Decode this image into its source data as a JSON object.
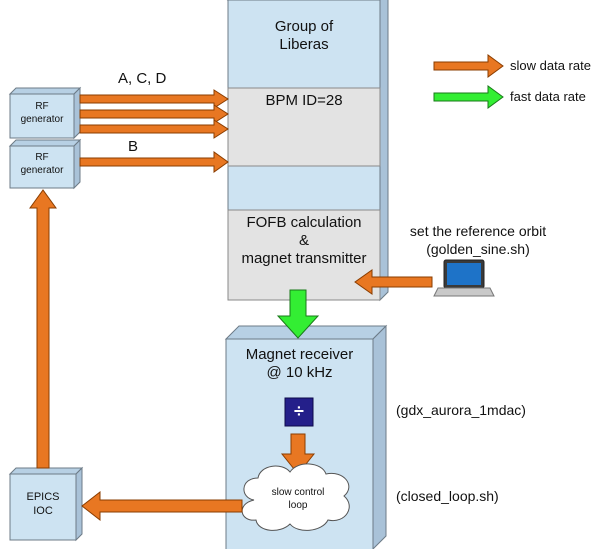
{
  "liberas": {
    "title_line1": "Group of",
    "title_line2": "Liberas"
  },
  "bpm": {
    "label": "BPM ID=28"
  },
  "fofb": {
    "line1": "FOFB calculation",
    "line2": "&",
    "line3": "magnet transmitter"
  },
  "magnet_receiver": {
    "line1": "Magnet receiver",
    "line2": "@ 10 kHz"
  },
  "divider_symbol": "÷",
  "cloud": {
    "line1": "slow control",
    "line2": "loop"
  },
  "rf_generators": [
    {
      "line1": "RF",
      "line2": "generator"
    },
    {
      "line1": "RF",
      "line2": "generator"
    }
  ],
  "epics": {
    "line1": "EPICS",
    "line2": "IOC"
  },
  "arrow_labels": {
    "acd": "A, C, D",
    "b": "B"
  },
  "legend": {
    "slow": {
      "label": "slow data rate",
      "color": "#e87722"
    },
    "fast": {
      "label": "fast data rate",
      "color": "#33ee33"
    }
  },
  "annotations": {
    "reference_line1": "set the reference orbit",
    "reference_line2": "(golden_sine.sh)",
    "gdx": "(gdx_aurora_1mdac)",
    "closed_loop": "(closed_loop.sh)"
  },
  "icons": {
    "laptop": "laptop-icon",
    "cloud": "cloud-icon"
  },
  "colors": {
    "box_fill": "#cde3f2",
    "inner_fill": "#e3e3e3",
    "divider_fill": "#241f8a"
  }
}
